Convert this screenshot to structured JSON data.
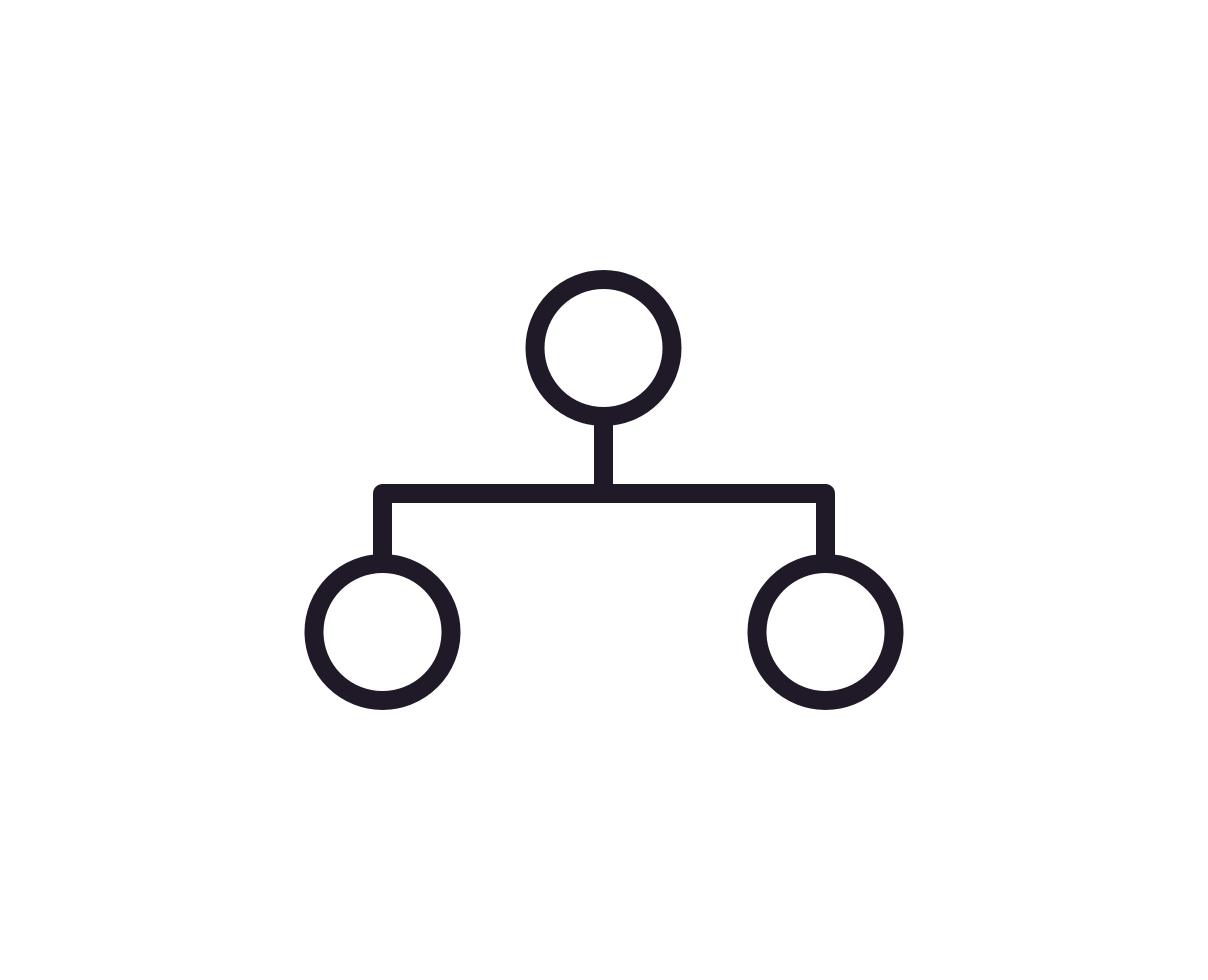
{
  "icon": {
    "name": "hierarchy-icon",
    "stroke_color": "#201a28",
    "background_color": "#ffffff",
    "nodes": [
      {
        "role": "parent"
      },
      {
        "role": "child-left"
      },
      {
        "role": "child-right"
      }
    ]
  }
}
